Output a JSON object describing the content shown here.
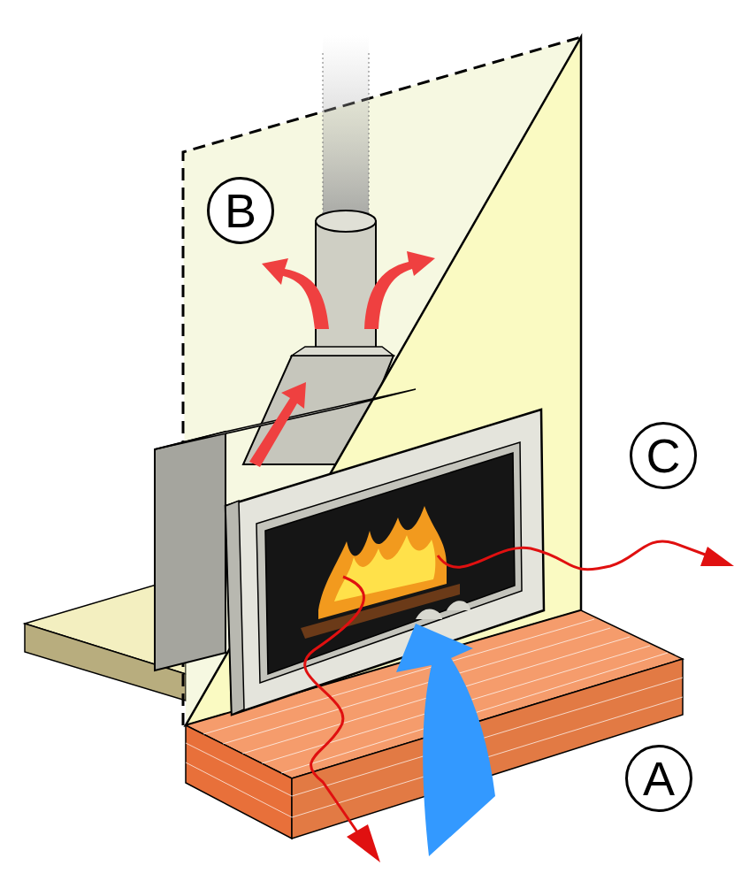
{
  "diagram": {
    "nodes": [
      {
        "text": [
          "B"
        ]
      },
      {
        "text": [
          "C"
        ]
      },
      {
        "text": [
          "A"
        ]
      }
    ]
  }
}
